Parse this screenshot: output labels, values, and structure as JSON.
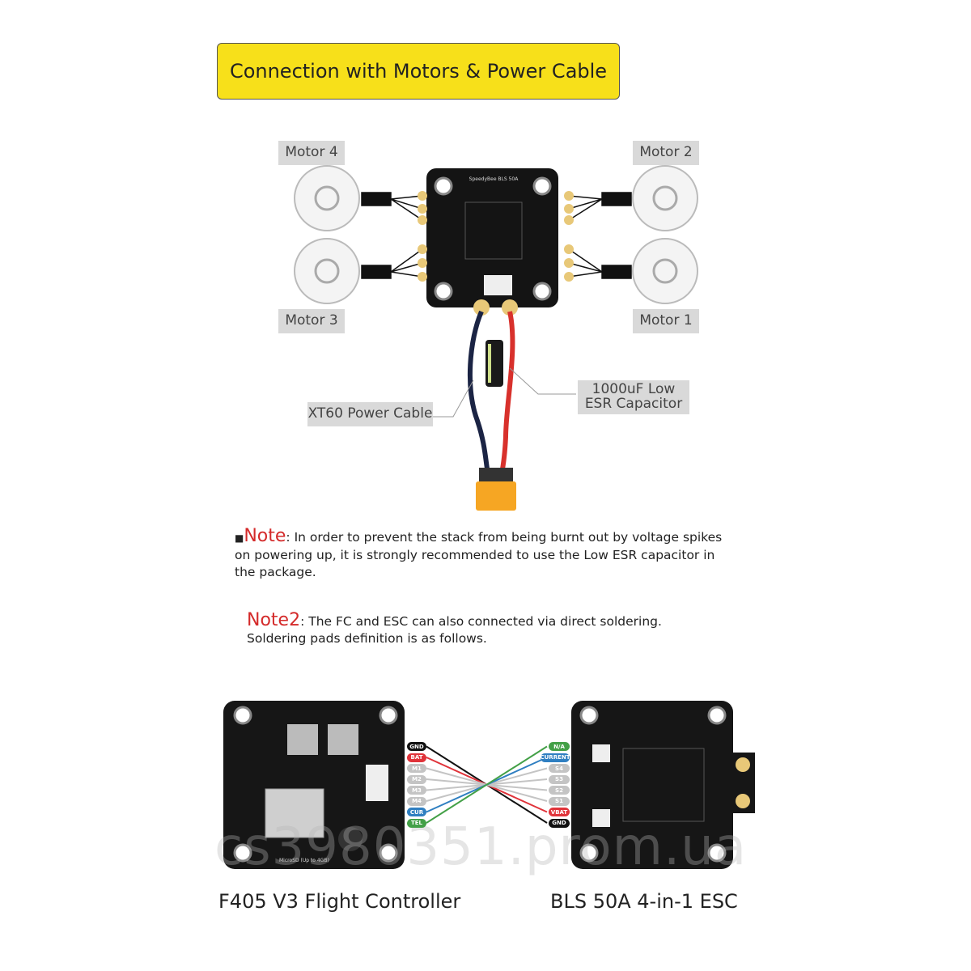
{
  "title": "Connection with Motors & Power Cable",
  "motors": {
    "m4": "Motor 4",
    "m2": "Motor 2",
    "m3": "Motor 3",
    "m1": "Motor 1"
  },
  "esc_board_label": "SpeedyBee BLS 50A",
  "callouts": {
    "power_cable": "XT60 Power Cable",
    "capacitor": "1000uF Low ESR Capacitor"
  },
  "note1": {
    "label": "Note",
    "text": ": In order to prevent the stack from being burnt out by voltage spikes on powering up, it is strongly recommended to use the Low ESR capacitor in the package."
  },
  "note2": {
    "label": "Note2",
    "text": ": The FC and ESC can also connected via direct soldering. Soldering pads definition is as follows."
  },
  "fc_pads": [
    "GND",
    "BAT",
    "M1",
    "M2",
    "M3",
    "M4",
    "CUR",
    "TEL"
  ],
  "esc_pads": [
    "N/A",
    "CURRENT",
    "S4",
    "S3",
    "S2",
    "S1",
    "VBAT",
    "GND"
  ],
  "pad_colors": {
    "GND": "#111111",
    "BAT": "#e0333a",
    "VBAT": "#e0333a",
    "CUR": "#2f7fc1",
    "CURRENT": "#2f7fc1",
    "TEL": "#43a047",
    "N/A": "#43a047",
    "default": "#c4c4c4"
  },
  "captions": {
    "fc": "F405 V3 Flight Controller",
    "esc": "BLS 50A 4-in-1 ESC"
  },
  "fc_sd_label": "MicroSD (Up to 4GB)",
  "watermark": "cs3980351.prom.ua",
  "colors": {
    "banner": "#f7e01a",
    "note_red": "#d42a2a",
    "label_bg": "#d9d9d9"
  }
}
